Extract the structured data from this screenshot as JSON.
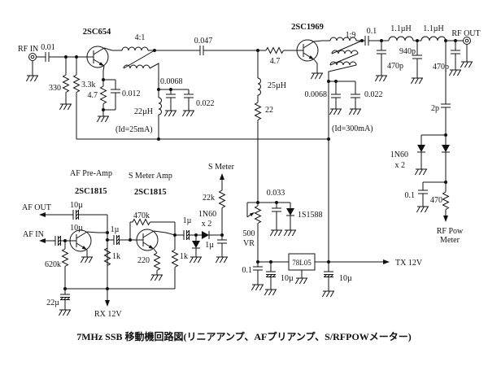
{
  "caption": "7MHz SSB 移動機回路図(リニアアンプ、AFプリアンプ、S/RFPOWメーター)",
  "colors": {
    "line": "#111111",
    "background": "#ffffff"
  },
  "labels": {
    "rf_in": "RF IN",
    "c_001": "0.01",
    "q1": "2SC654",
    "r_330": "330",
    "r_3k3": "3.3k",
    "r_4_7_e": "4.7",
    "c_0012": "0.012",
    "t1_ratio": "4:1",
    "c_0068_a": "0.0068",
    "c_0022_a": "0.022",
    "l_22uh": "22µH",
    "id_q1": "(Id=25mA)",
    "c_0047": "0.047",
    "r_4_7_b": "4.7",
    "q2": "2SC1969",
    "l_25uh": "25µH",
    "r_22": "22",
    "t2_ratio": "1:9",
    "c_01_out": "0.1",
    "l_1_1uh_a": "1.1µH",
    "l_1_1uh_b": "1.1µH",
    "rf_out": "RF OUT",
    "c_470p_a": "470p",
    "c_940p": "940p",
    "c_470p_b": "470p",
    "c_0068_b": "0.0068",
    "c_0022_b": "0.022",
    "id_q2": "(Id=300mA)",
    "c_2p": "2p",
    "d_1n60_rf": "1N60",
    "d_1n60_rf_qty": "x 2",
    "c_01_det": "0.1",
    "r_470": "470",
    "rf_pow_line1": "RF Pow",
    "rf_pow_line2": "Meter",
    "af_pre_amp": "AF Pre-Amp",
    "s_meter_amp": "S Meter Amp",
    "q3": "2SC1815",
    "q4": "2SC1815",
    "af_out": "AF OUT",
    "af_in": "AF IN",
    "c_10u_out": "10µ",
    "c_10u_in": "10µ",
    "r_620k": "620k",
    "c_22u": "22µ",
    "rx_12v": "RX 12V",
    "c_1u_cpl": "1µ",
    "r_1k_a": "1k",
    "r_470k": "470k",
    "r_220": "220",
    "r_1k_b": "1k",
    "c_1u_det": "1µ",
    "d_1n60_af": "1N60",
    "d_1n60_af_qty": "x 2",
    "r_22k": "22k",
    "s_meter": "S Meter",
    "c_1u_flt": "1µ",
    "c_0033": "0.033",
    "d_1s1588": "1S1588",
    "vr_500": "500",
    "vr_vr": "VR",
    "c_01_reg": "0.1",
    "reg_78l05": "78L05",
    "c_10u_reg_a": "10µ",
    "c_10u_reg_b": "10µ",
    "tx_12v": "TX 12V"
  }
}
